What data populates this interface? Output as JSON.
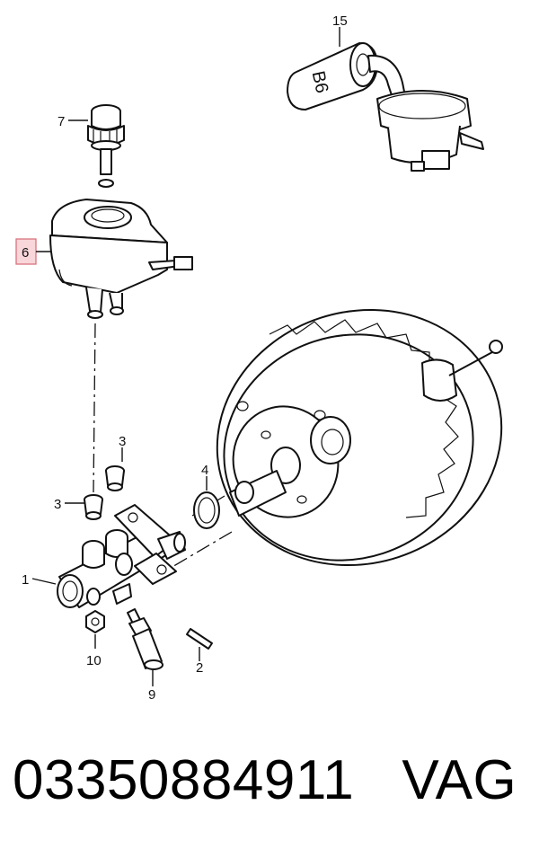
{
  "diagram": {
    "callouts": {
      "c15": "15",
      "c7": "7",
      "c6": "6",
      "c3a": "3",
      "c3b": "3",
      "c4": "4",
      "c1": "1",
      "c10": "10",
      "c2": "2",
      "c9": "9"
    },
    "cap_label": "B6",
    "highlighted_callout": "6",
    "highlight_color": "#f8d6d9"
  },
  "footer": {
    "part_number": "03350884911",
    "brand": "VAG"
  }
}
